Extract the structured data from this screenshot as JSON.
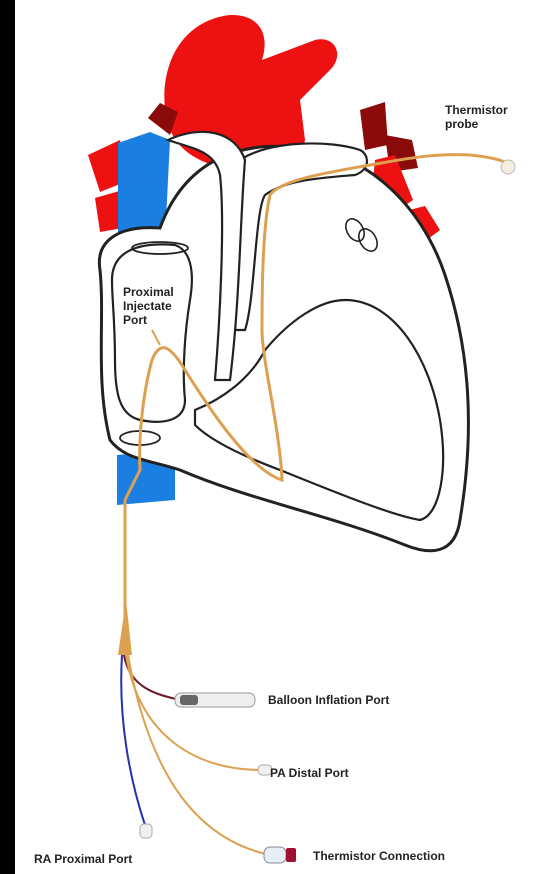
{
  "labels": {
    "proximal": [
      "Proximal",
      "Injectate",
      "Port"
    ],
    "thermistor_probe": [
      "Thermistor",
      "probe"
    ],
    "balloon_port": "Balloon Inflation Port",
    "pa_distal_port": "PA Distal Port",
    "ra_proximal_port": "RA Proximal Port",
    "thermistor_connection": "Thermistor Connection"
  },
  "colors": {
    "artery_red": "#ee1111",
    "dark_red": "#8b0a0a",
    "vein_blue": "#1a7fe0",
    "catheter": "#dda050",
    "outline": "#222222",
    "chamber_fill": "#ffffff",
    "blue_wire": "#2233aa",
    "maroon_wire": "#6b1a2a"
  }
}
